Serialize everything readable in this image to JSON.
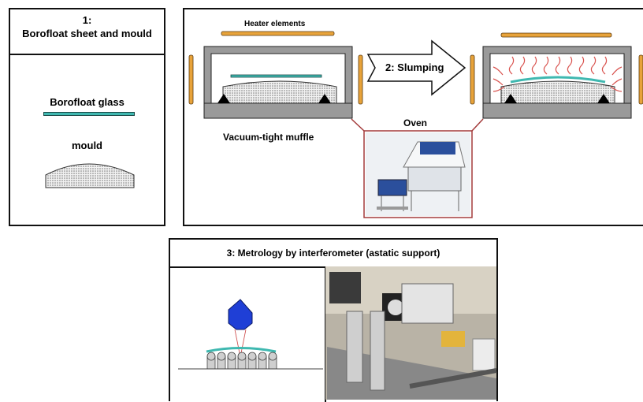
{
  "step1": {
    "number": "1:",
    "title": "Borofloat sheet and mould",
    "glass_label": "Borofloat glass",
    "mould_label": "mould"
  },
  "step2": {
    "heater_label": "Heater elements",
    "arrow_label": "2:  Slumping",
    "muffle_label": "Vacuum-tight muffle",
    "oven_label": "Oven"
  },
  "step3": {
    "title": "3: Metrology by interferometer (astatic support)"
  },
  "colors": {
    "glass": "#3fb8b0",
    "heater": "#e8a33a",
    "heat_arrows": "#d9534f",
    "probe": "#1f3fd6",
    "oven_frame": "#a33a3a",
    "mould_hatch": "#777777"
  }
}
